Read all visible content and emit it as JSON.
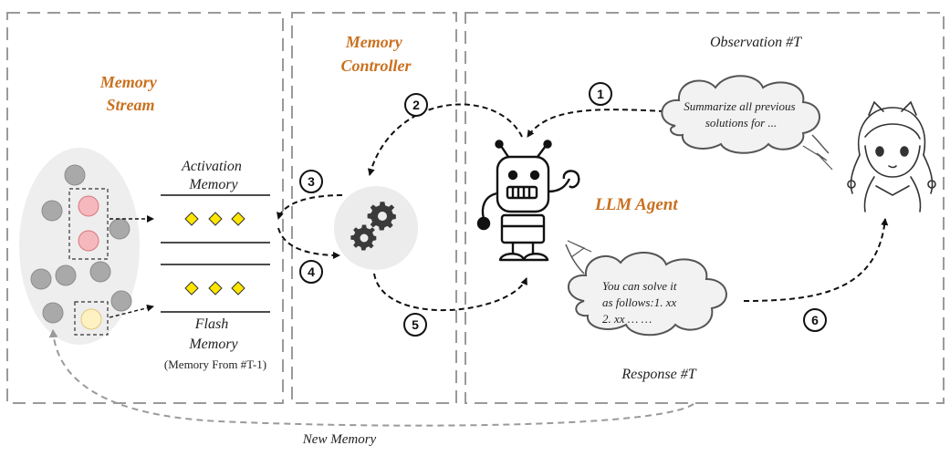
{
  "titles": {
    "memory_stream": [
      "Memory",
      "Stream"
    ],
    "memory_controller": [
      "Memory",
      "Controller"
    ],
    "llm_agent": "LLM Agent"
  },
  "memory": {
    "activation": [
      "Activation",
      "Memory"
    ],
    "flash": [
      "Flash",
      "Memory"
    ],
    "flash_note": "(Memory From #T-1)"
  },
  "observation": {
    "label": "Observation #T",
    "bubble": [
      "Summarize all previous",
      "solutions for ..."
    ]
  },
  "response": {
    "label": "Response #T",
    "bubble": [
      "You can solve it",
      "as follows:1. xx",
      "2. xx … …"
    ]
  },
  "steps": [
    "1",
    "2",
    "3",
    "4",
    "5",
    "6"
  ],
  "new_memory": "New Memory",
  "colors": {
    "accent_title": "#c9711f",
    "memory_node": "#a9a9a9",
    "highlight_pink": "#f5b8bd",
    "highlight_yellow": "#fff2c2",
    "diamond": "#ffe600",
    "dash_box": "#9a9a9a",
    "stream_bg": "#eeeeee"
  },
  "icons": [
    "gear-icon",
    "robot-icon",
    "girl-icon",
    "cloud-icon"
  ]
}
